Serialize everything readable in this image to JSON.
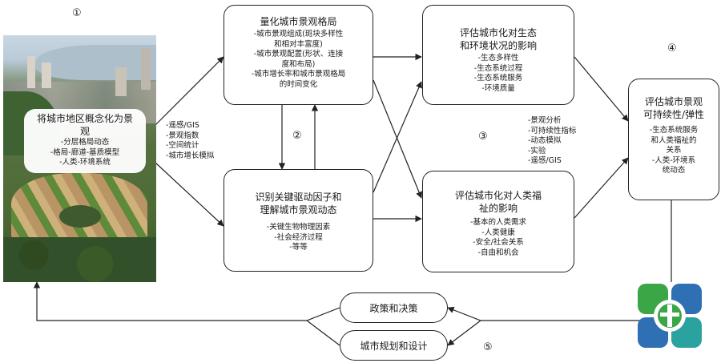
{
  "numbers": [
    "①",
    "②",
    "③",
    "④",
    "⑤"
  ],
  "landscape_box": {
    "title": "将城市地区概念化为景观",
    "items": [
      "-分层格局动态",
      "-格局-廊道-基质模型",
      "-人类-环境系统"
    ]
  },
  "quantify_box": {
    "title": "量化城市景观格局",
    "items": [
      "-城市景观组成(斑块多样性",
      "和相对丰富度)",
      "-城市景观配置(形状、连接",
      "度和布局)",
      "-城市增长率和城市景观格局",
      "的时间变化"
    ]
  },
  "drivers_box": {
    "title_lines": [
      "识别关键驱动因子和",
      "理解城市景观动态"
    ],
    "items": [
      "-关键生物物理因素",
      "-社会经济过程",
      "-等等"
    ]
  },
  "ecology_box": {
    "title_lines": [
      "评估城市化对生态",
      "和环境状况的影响"
    ],
    "items": [
      "-生态多样性",
      "-生态系统过程",
      "-生态系统服务",
      "-环境质量"
    ]
  },
  "wellbeing_box": {
    "title_lines": [
      "评估城市化对人类福",
      "祉的影响"
    ],
    "items": [
      "-基本的人类需求",
      "-人类健康",
      "-安全/社会关系",
      "-自由和机会"
    ]
  },
  "sustainability_box": {
    "title_lines": [
      "评估城市景观",
      "可持续性/弹性"
    ],
    "items": [
      "-生态系统服务",
      "和人类福祉的",
      "关系",
      "-人类-环境系",
      "统动态"
    ]
  },
  "methods_left": [
    "-遥感/GIS",
    "-景观指数",
    "-空间统计",
    "-城市增长模拟"
  ],
  "methods_right": [
    "-景观分析",
    "-可持续性指标",
    "-动态模拟",
    "-实验",
    "-遥感/GIS"
  ],
  "policy_box": {
    "label": "政策和决策"
  },
  "planning_box": {
    "label": "城市规划和设计"
  },
  "colors": {
    "line": "#222222",
    "logo_blue": "#2f6fb3",
    "logo_green": "#3aa646",
    "logo_teal": "#2aa3a0"
  }
}
